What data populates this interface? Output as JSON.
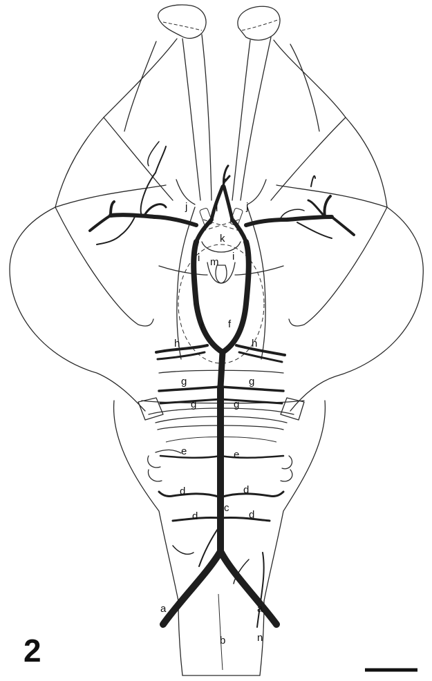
{
  "figure": {
    "number": "2"
  },
  "labels": {
    "a": "a",
    "b": "b",
    "c": "c",
    "d": "d",
    "e": "e",
    "f": "f",
    "g": "g",
    "h": "h",
    "i": "i",
    "j": "j",
    "k": "k",
    "l": "l",
    "m": "m",
    "n": "n"
  }
}
